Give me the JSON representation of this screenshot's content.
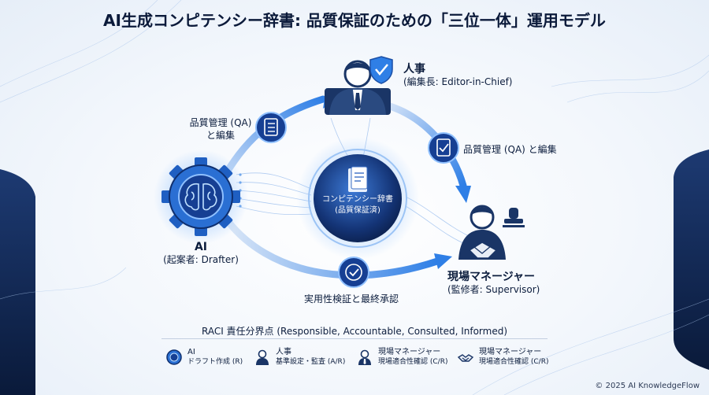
{
  "title": "AI生成コンピテンシー辞書: 品質保証のための「三位一体」運用モデル",
  "nodes": {
    "hr": {
      "name": "人事",
      "role": "(編集長: Editor-in-Chief)"
    },
    "ai": {
      "name": "AI",
      "role": "(起案者: Drafter)"
    },
    "manager": {
      "name": "現場マネージャー",
      "role": "(監修者: Supervisor)"
    },
    "center": {
      "line1": "コンピテンシー辞書",
      "line2": "(品質保証済)"
    }
  },
  "edges": {
    "ai_to_hr": {
      "line1": "品質管理 (QA)",
      "line2": "と編集"
    },
    "hr_to_manager": {
      "label": "品質管理 (QA) と編集"
    },
    "ai_to_manager": {
      "label": "実用性検証と最終承認"
    }
  },
  "raci": {
    "title": "RACI 責任分界点 (Responsible, Accountable, Consulted, Informed)",
    "items": [
      {
        "name": "AI",
        "desc": "ドラフト作成 (R)",
        "icon": "gear-brain-icon"
      },
      {
        "name": "人事",
        "desc": "基準設定・監査 (A/R)",
        "icon": "person-icon"
      },
      {
        "name": "現場マネージャー",
        "desc": "現場適合性確認 (C/R)",
        "icon": "manager-icon"
      },
      {
        "name": "現場マネージャー",
        "desc": "現場適合性確認 (C/R)",
        "icon": "handshake-icon"
      }
    ]
  },
  "copyright": "© 2025 AI KnowledgeFlow",
  "colors": {
    "navy": "#0c1d3d",
    "accent": "#2f7fe6",
    "dark_blue": "#142a5c"
  }
}
